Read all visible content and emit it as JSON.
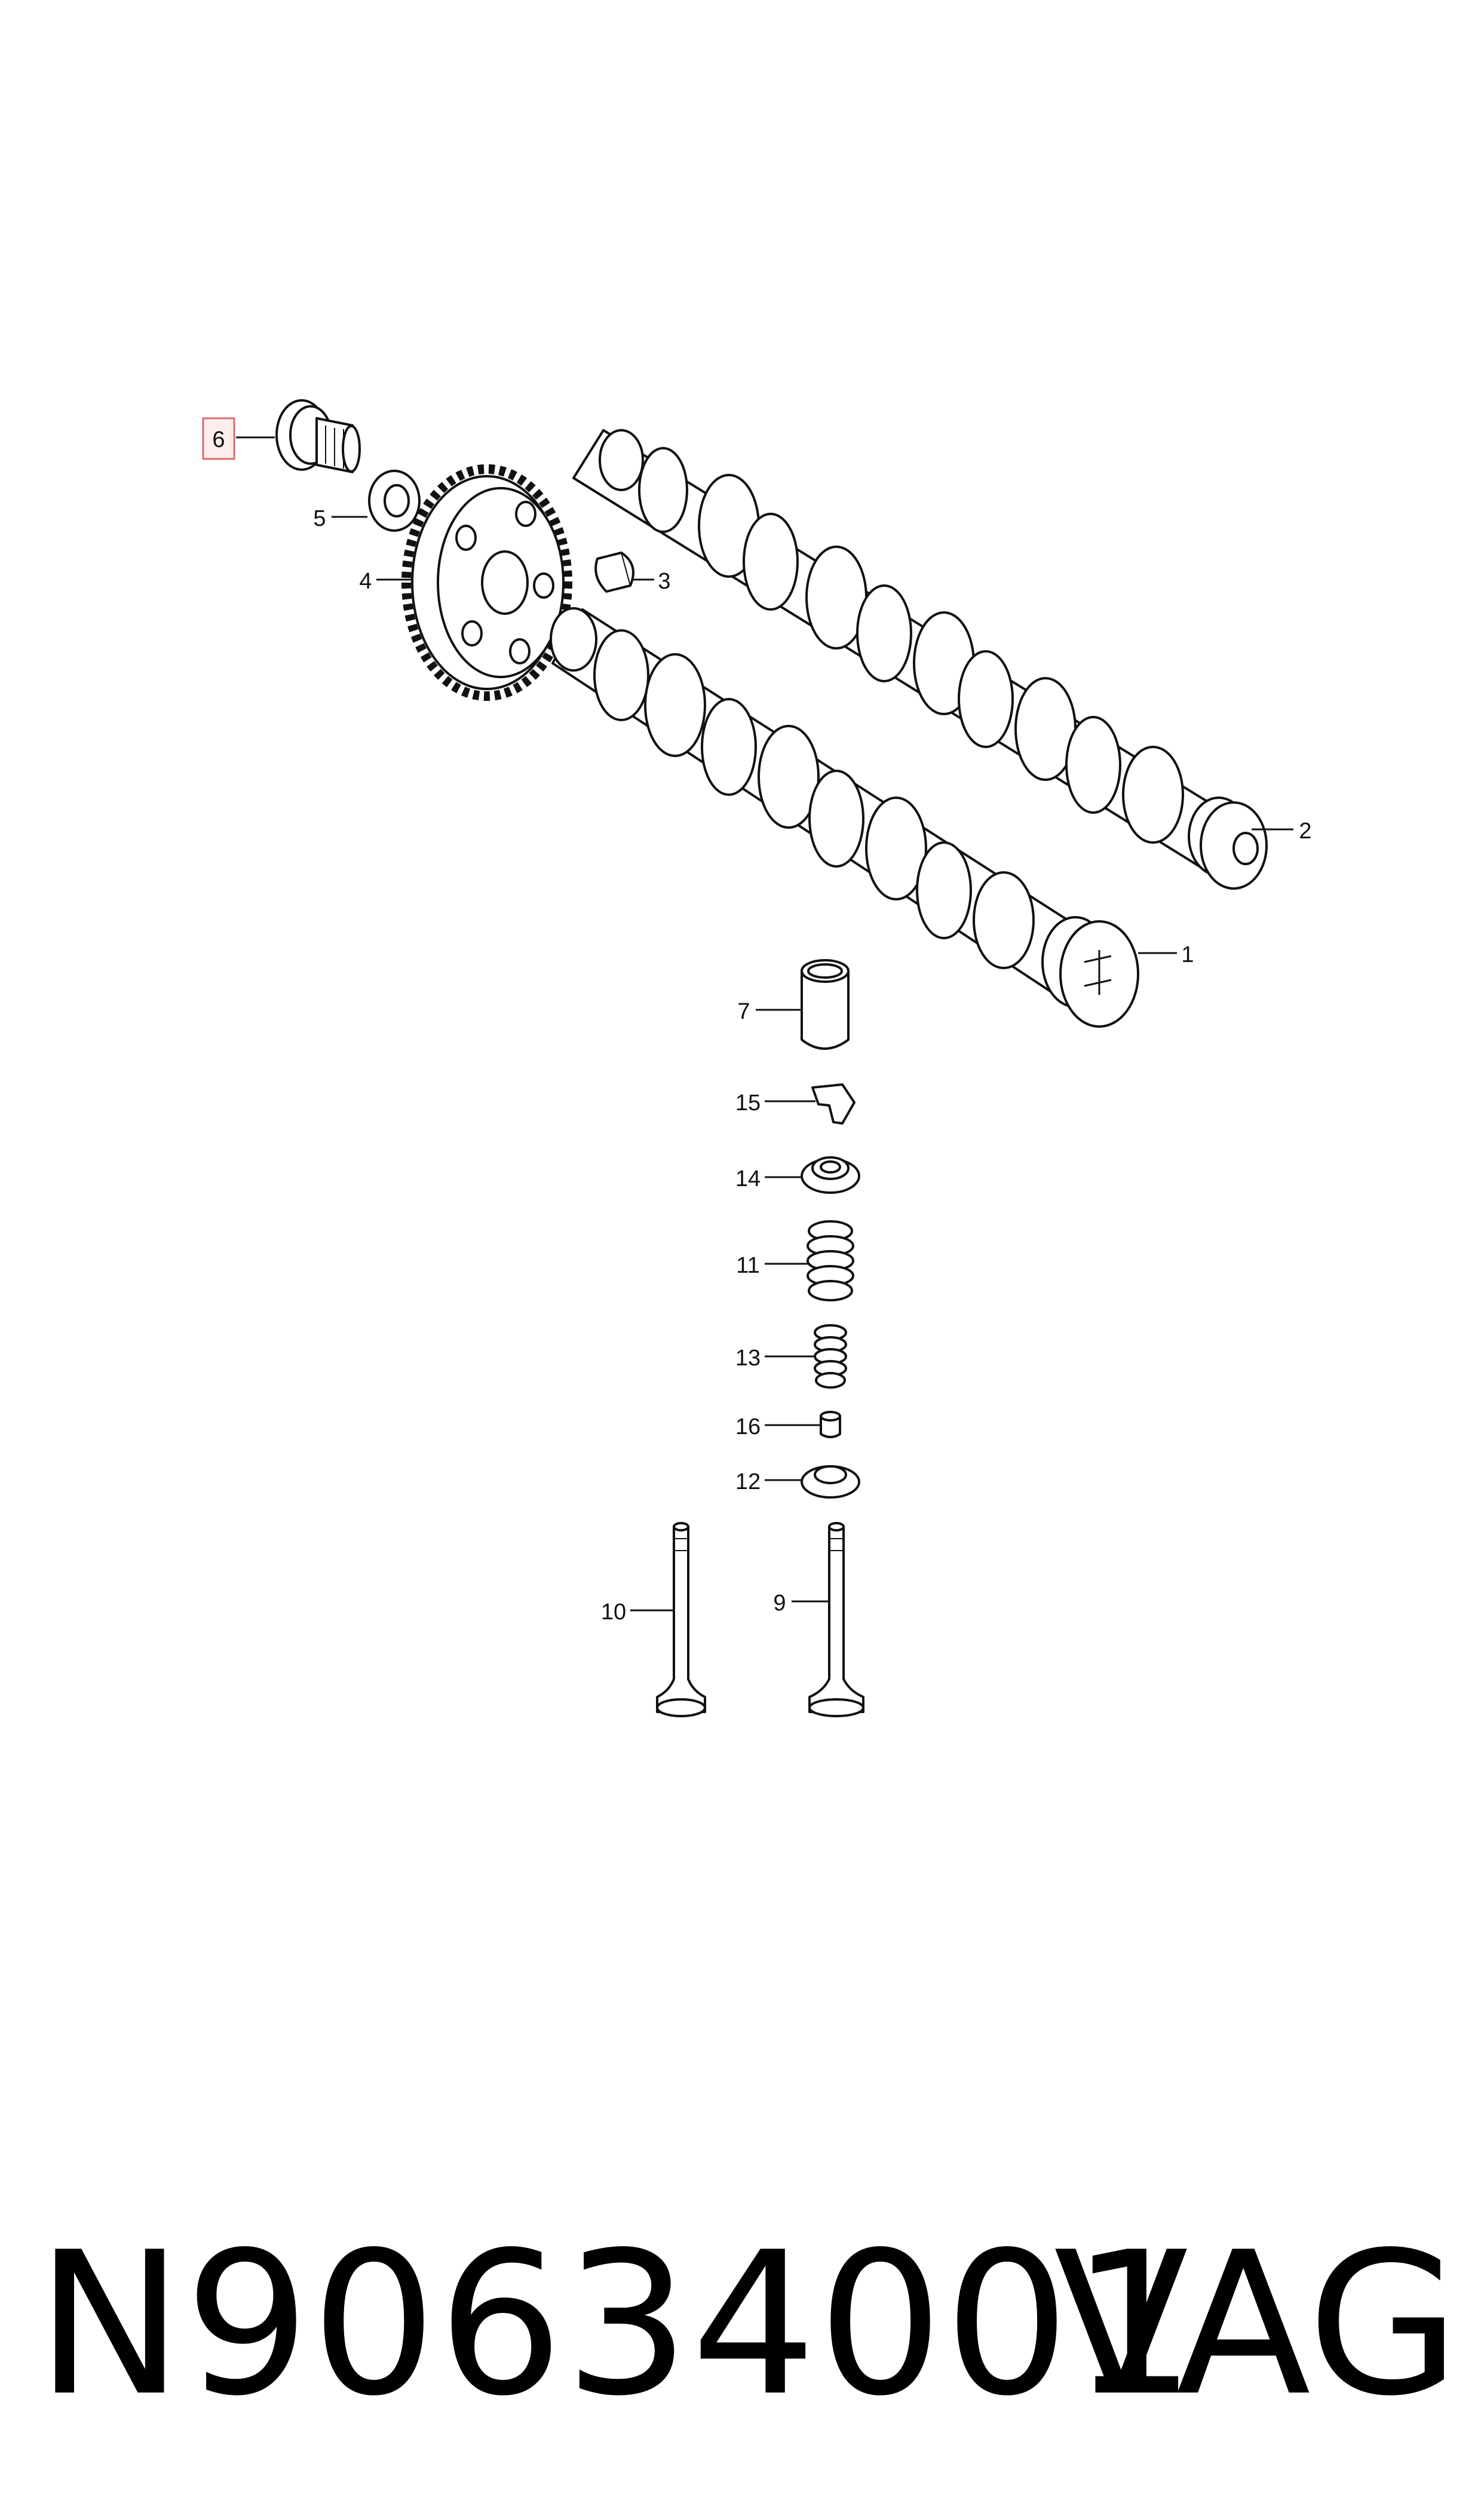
{
  "diagram": {
    "callouts": [
      {
        "id": "1",
        "label": "1"
      },
      {
        "id": "2",
        "label": "2"
      },
      {
        "id": "3",
        "label": "3"
      },
      {
        "id": "4",
        "label": "4"
      },
      {
        "id": "5",
        "label": "5"
      },
      {
        "id": "6",
        "label": "6",
        "highlighted": true
      },
      {
        "id": "7",
        "label": "7"
      },
      {
        "id": "9",
        "label": "9"
      },
      {
        "id": "10",
        "label": "10"
      },
      {
        "id": "11",
        "label": "11"
      },
      {
        "id": "12",
        "label": "12"
      },
      {
        "id": "13",
        "label": "13"
      },
      {
        "id": "14",
        "label": "14"
      },
      {
        "id": "15",
        "label": "15"
      },
      {
        "id": "16",
        "label": "16"
      }
    ],
    "highlight_color": "#e06a6a",
    "line_color": "#111111"
  },
  "footer": {
    "part_number": "N90634001",
    "brand": "VAG"
  }
}
